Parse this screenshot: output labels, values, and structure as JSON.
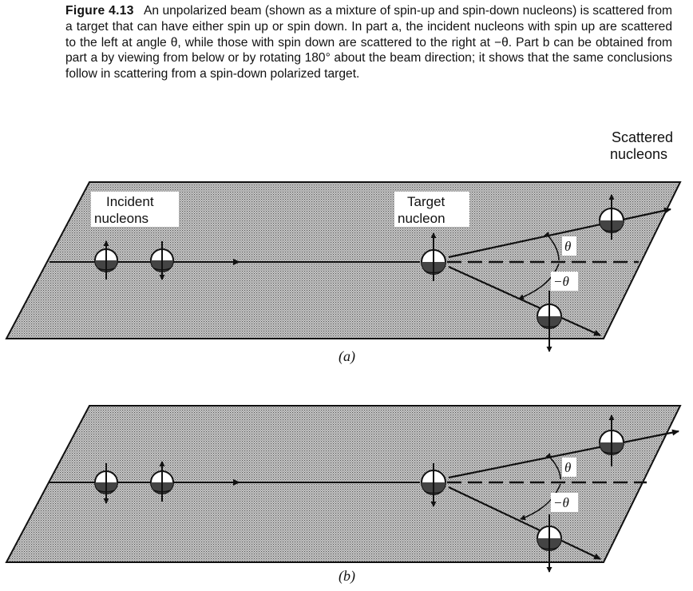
{
  "caption": {
    "figure_label": "Figure 4.13",
    "text": "An unpolarized beam (shown as a mixture of spin-up and spin-down nucleons) is scattered from a target that can have either spin up or spin down. In part a, the incident nucleons with spin up are scattered to the left at angle θ, while those with spin down are scattered to the right at −θ. Part b can be obtained from part a by viewing from below or by rotating 180° about the beam direction; it shows that the same conclusions follow in scattering from a spin-down polarized target."
  },
  "panel_a": {
    "incident_label_line1": "Incident",
    "incident_label_line2": "nucleons",
    "target_label_line1": "Target",
    "target_label_line2": "nucleon",
    "scattered_label_line1": "Scattered",
    "scattered_label_line2": "nucleons",
    "angle_pos": "θ",
    "angle_neg": "−θ",
    "part_label": "(a)"
  },
  "panel_b": {
    "angle_pos": "θ",
    "angle_neg": "−θ",
    "part_label": "(b)"
  }
}
